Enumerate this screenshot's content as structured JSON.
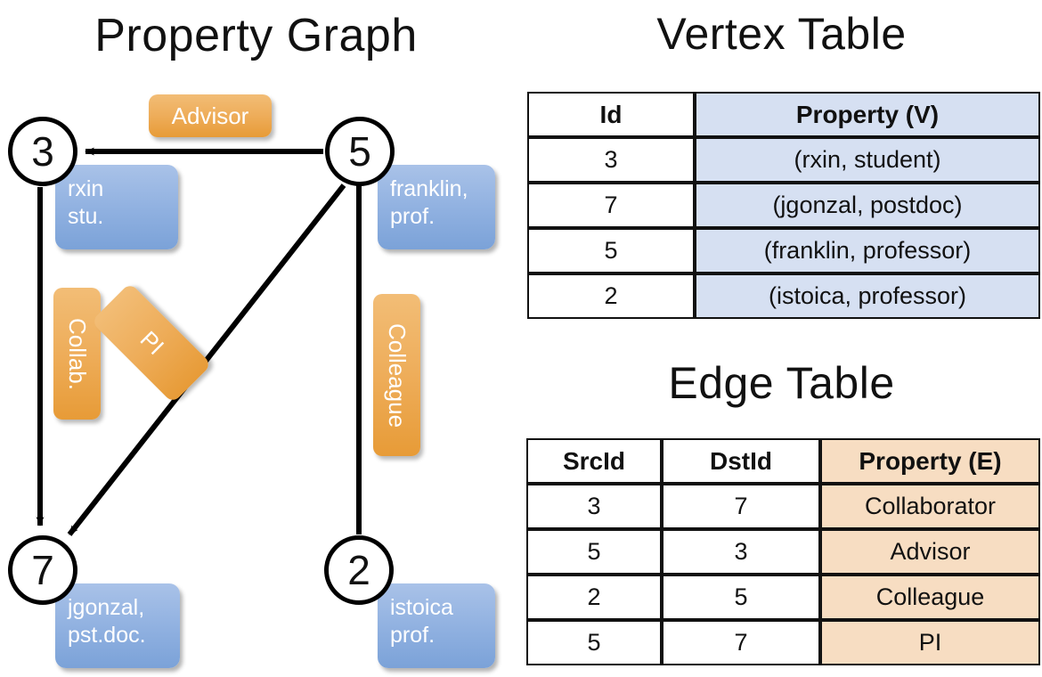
{
  "titles": {
    "property_graph": "Property Graph",
    "vertex_table": "Vertex Table",
    "edge_table": "Edge Table"
  },
  "graph": {
    "nodes": [
      {
        "id": "3",
        "label_line1": "rxin",
        "label_line2": "stu."
      },
      {
        "id": "5",
        "label_line1": "franklin,",
        "label_line2": "prof."
      },
      {
        "id": "7",
        "label_line1": "jgonzal,",
        "label_line2": "pst.doc."
      },
      {
        "id": "2",
        "label_line1": "istoica",
        "label_line2": "prof."
      }
    ],
    "edge_labels": [
      {
        "name": "advisor",
        "text": "Advisor"
      },
      {
        "name": "collab",
        "text": "Collab."
      },
      {
        "name": "pi",
        "text": "PI"
      },
      {
        "name": "colleague",
        "text": "Colleague"
      }
    ]
  },
  "vertex_table": {
    "headers": [
      "Id",
      "Property (V)"
    ],
    "rows": [
      {
        "id": "3",
        "property": "(rxin, student)"
      },
      {
        "id": "7",
        "property": "(jgonzal, postdoc)"
      },
      {
        "id": "5",
        "property": "(franklin, professor)"
      },
      {
        "id": "2",
        "property": "(istoica, professor)"
      }
    ]
  },
  "edge_table": {
    "headers": [
      "SrcId",
      "DstId",
      "Property (E)"
    ],
    "rows": [
      {
        "src": "3",
        "dst": "7",
        "property": "Collaborator"
      },
      {
        "src": "5",
        "dst": "3",
        "property": "Advisor"
      },
      {
        "src": "2",
        "dst": "5",
        "property": "Colleague"
      },
      {
        "src": "5",
        "dst": "7",
        "property": "PI"
      }
    ]
  },
  "colors": {
    "vertex_property_fill": "#d6e0f2",
    "edge_property_fill": "#f7ddc2",
    "node_property_box": "#8fb0e0",
    "edge_label_box": "#eead5a",
    "stroke": "#111111"
  }
}
